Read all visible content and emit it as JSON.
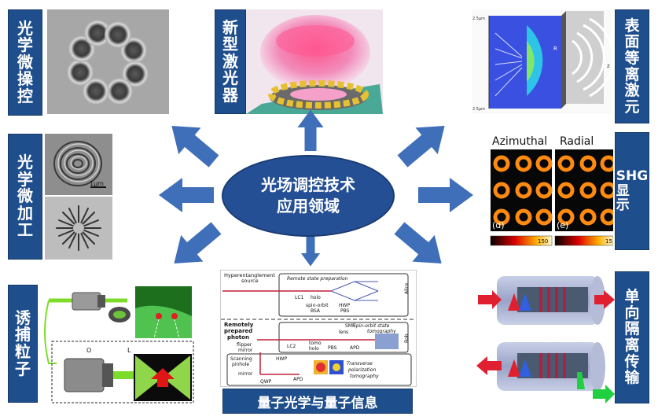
{
  "hub": {
    "line1": "光场调控技术",
    "line2": "应用领域"
  },
  "labels": {
    "optical_manipulation": "光学微操控",
    "new_laser": "新型激光器",
    "surface_plasmon": "表面等离激元",
    "micro_machining": "光学微加工",
    "shg_display": "SHG显示",
    "particle_trapping": "诱捕粒子",
    "quantum": "量子光学与量子信息",
    "isolation": "单向隔离传输"
  },
  "sem": {
    "scalebar": "1μm"
  },
  "shg": {
    "left_title": "Azimuthal",
    "right_title": "Radial",
    "left_tag": "(d)",
    "right_tag": "(e)",
    "left_scale": "150",
    "right_scale": "15"
  },
  "plasmon": {
    "tick_top": "2.5μm",
    "tick_bottom": "2.5μm",
    "axis_r": "R",
    "axis_z": "z"
  },
  "trap": {
    "lens_o": "O",
    "lens_l": "L"
  },
  "quantum_diagram": {
    "hyper": "Hyperentanglement",
    "source": "source",
    "remote_prep": "Remote state preparation",
    "lc1": "LC1",
    "holo": "holo",
    "spin_orbit": "spin-orbit",
    "bsa": "BSA",
    "hwp": "HWP",
    "pbs": "PBS",
    "alice": "Alice",
    "remotely": "Remotely",
    "prepared": "prepared",
    "photon": "photon",
    "flipper": "flipper",
    "mirror": "mirror",
    "smf": "SMF",
    "lens": "lens",
    "lc2": "LC2",
    "tomo": "tomo",
    "tomo_holo": "holo",
    "pbs2": "PBS",
    "sos_tomo1": "Spin-orbit state",
    "sos_tomo2": "tomography",
    "bob": "Bob",
    "scanning": "Scanning",
    "pinhole": "pinhole",
    "hwp2": "HWP",
    "mirror2": "mirror",
    "qwp": "QWP",
    "apd": "APD",
    "apd2": "APD",
    "transverse": "Transverse",
    "polarization": "polarization",
    "tomography": "tomography"
  },
  "colors": {
    "label_bg": "#1f4e8c",
    "hub_bg": "#244f94",
    "arrow": "#3f6fb8"
  }
}
